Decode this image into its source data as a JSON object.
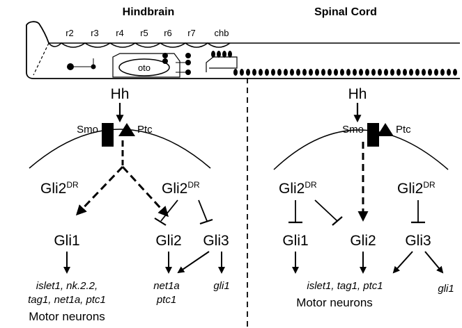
{
  "headers": {
    "hindbrain": "Hindbrain",
    "spinal": "Spinal Cord"
  },
  "rhombomeres": [
    "r2",
    "r3",
    "r4",
    "r5",
    "r6",
    "r7",
    "chb"
  ],
  "oto": "oto",
  "hindbrain": {
    "hh": "Hh",
    "smo": "Smo",
    "ptc": "Ptc",
    "gli2dr_left": "Gli2",
    "gli2dr_right": "Gli2",
    "dr": "DR",
    "gli1": "Gli1",
    "gli2": "Gli2",
    "gli3": "Gli3",
    "targets1_line1": "islet1, nk.2.2,",
    "targets1_line2": "tag1, net1a, ptc1",
    "motor": "Motor neurons",
    "targets2_line1": "net1a",
    "targets2_line2": "ptc1",
    "targets3": "gli1"
  },
  "spinal": {
    "hh": "Hh",
    "smo": "Smo",
    "ptc": "Ptc",
    "gli2dr_left": "Gli2",
    "gli2dr_right": "Gli2",
    "dr": "DR",
    "gli1": "Gli1",
    "gli2": "Gli2",
    "gli3": "Gli3",
    "targets1": "islet1, tag1, ptc1",
    "motor": "Motor neurons",
    "targets3": "gli1"
  }
}
